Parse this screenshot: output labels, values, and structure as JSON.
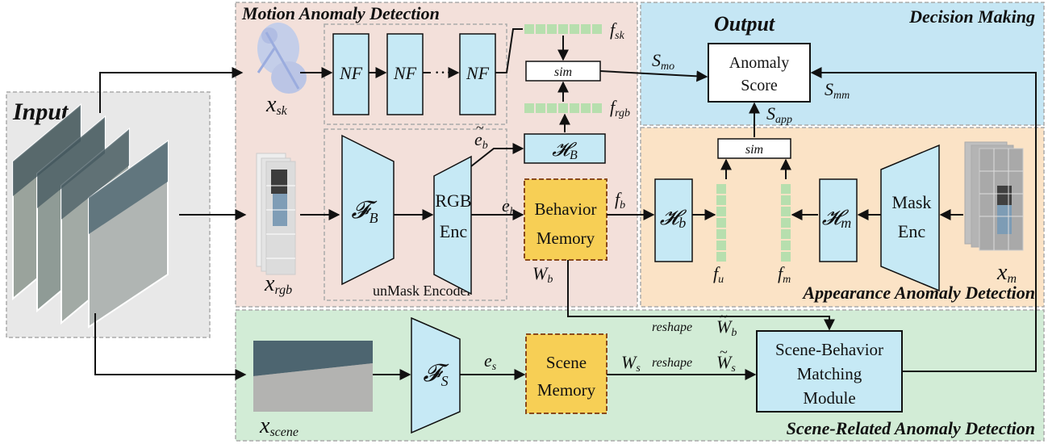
{
  "regions": {
    "input": "Input",
    "motion": "Motion Anomaly Detection",
    "decision": "Decision Making",
    "output": "Output",
    "appearance": "Appearance Anomaly Detection",
    "scene": "Scene-Related Anomaly Detection",
    "unmask": "unMask Encoder"
  },
  "blocks": {
    "nf": "NF",
    "nf_dots": "···",
    "sim": "sim",
    "anomaly_score_1": "Anomaly",
    "anomaly_score_2": "Score",
    "fb": "𝓕",
    "fb_sub": "B",
    "rgb_enc_1": "RGB",
    "rgb_enc_2": "Enc",
    "hb_tilde": "𝓗",
    "hb_tilde_sub": "B",
    "behavior_memory_1": "Behavior",
    "behavior_memory_2": "Memory",
    "hb": "𝓗",
    "hb_sub": "b",
    "hm": "𝓗",
    "hm_sub": "m",
    "mask_enc_1": "Mask",
    "mask_enc_2": "Enc",
    "fs": "𝓕",
    "fs_sub": "S",
    "scene_memory_1": "Scene",
    "scene_memory_2": "Memory",
    "sbm_1": "Scene-Behavior",
    "sbm_2": "Matching",
    "sbm_3": "Module"
  },
  "symbols": {
    "x": "x",
    "sk": "sk",
    "rgb": "rgb",
    "scene": "scene",
    "m": "m",
    "f": "f",
    "fsk_sub": "sk",
    "frgb_sub": "rgb",
    "fb_feat_sub": "b",
    "fu_sub": "u",
    "fm_sub": "m",
    "e": "e",
    "eb_sub": "b",
    "es_sub": "s",
    "W": "W",
    "Wb_sub": "b",
    "Ws_sub": "s",
    "S": "S",
    "smo_sub": "mo",
    "smm_sub": "mm",
    "sapp_sub": "app",
    "reshape": "reshape",
    "tilde": "~"
  },
  "colors": {
    "input_bg": "#e8e8e8",
    "motion_bg": "#f3e0da",
    "decision_bg": "#c5e6f4",
    "appearance_bg": "#fbe3c6",
    "scene_bg": "#d2ecd6",
    "block_blue": "#c6e9f5",
    "memory_yellow": "#f7cf55",
    "memory_border": "#8a4a1c",
    "feature_green": "#b7dfae"
  }
}
